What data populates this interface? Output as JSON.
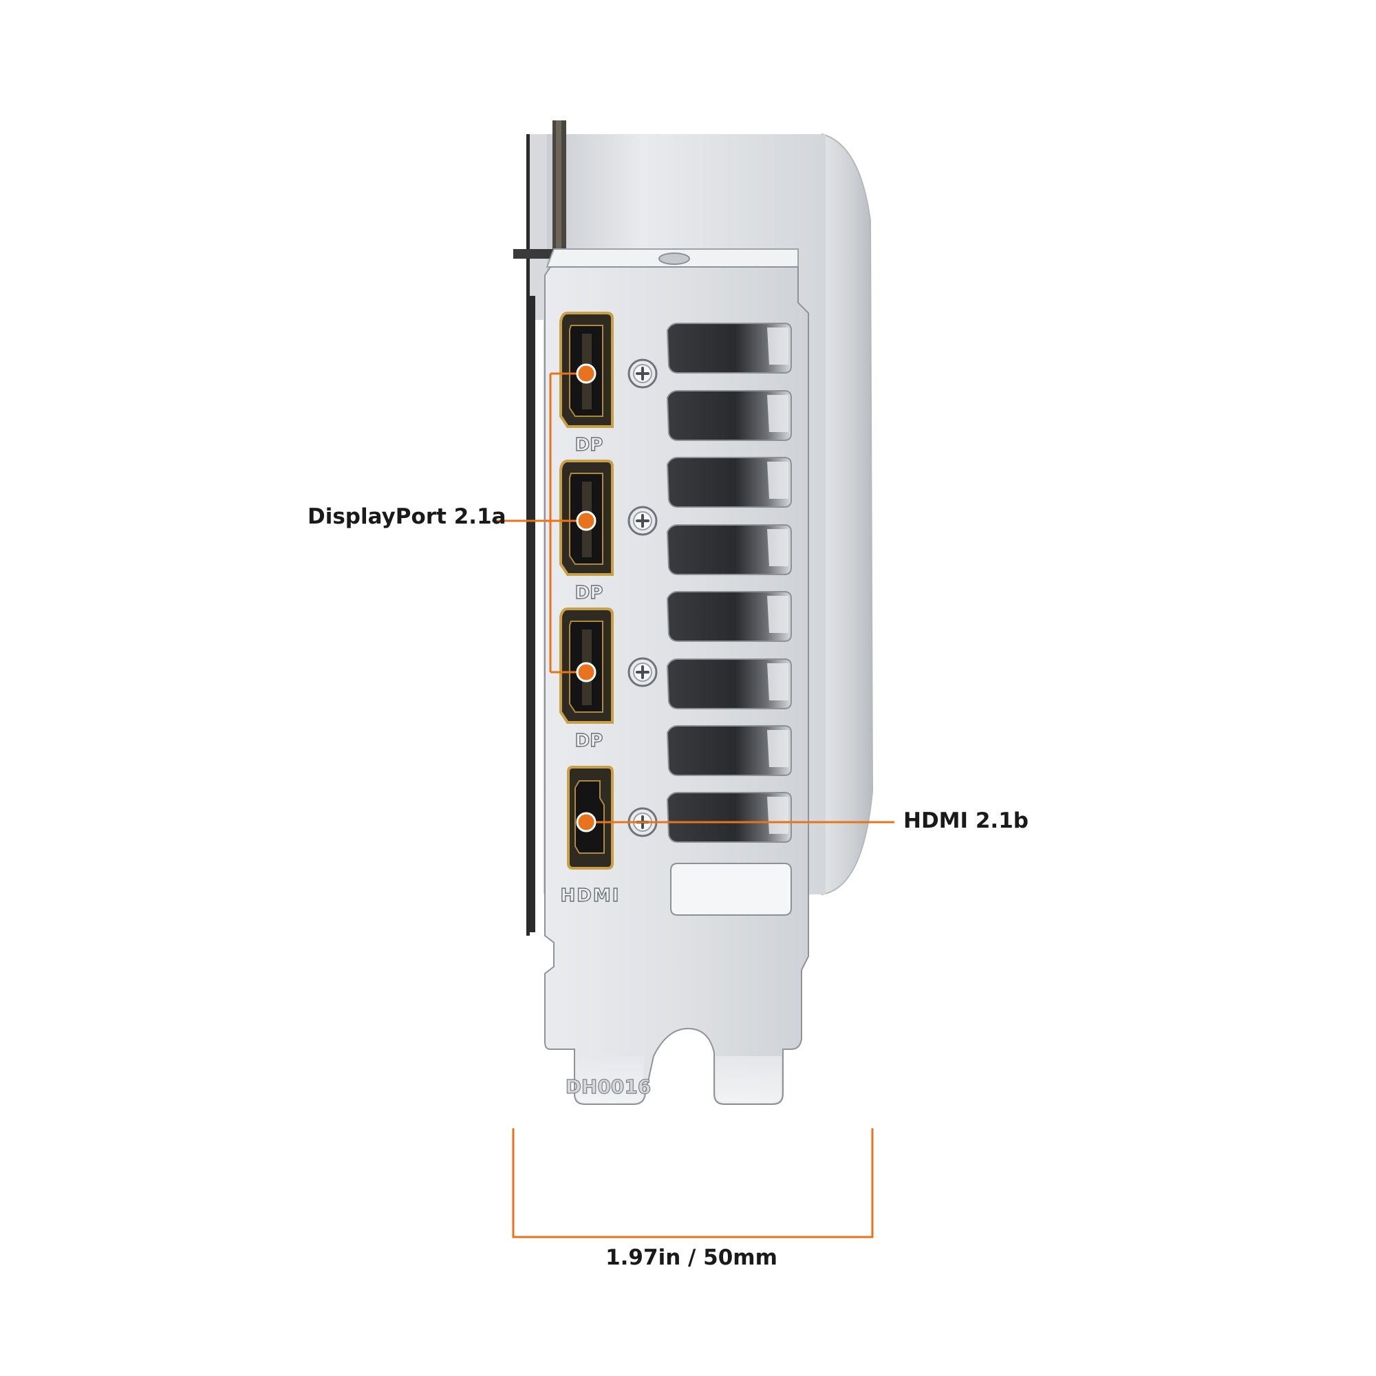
{
  "callouts": {
    "displayport": "DisplayPort 2.1a",
    "hdmi": "HDMI 2.1b",
    "dimension": "1.97in / 50mm"
  },
  "port_labels": {
    "dp": "DP",
    "hdmi": "HDMI"
  },
  "bracket_marking": "DH0016",
  "colors": {
    "accent": "#E8731C",
    "connector_gold": "#C8A048",
    "bracket": "#D9DCE0",
    "background": "#FFFFFF",
    "label_text": "#1A1A1A"
  }
}
